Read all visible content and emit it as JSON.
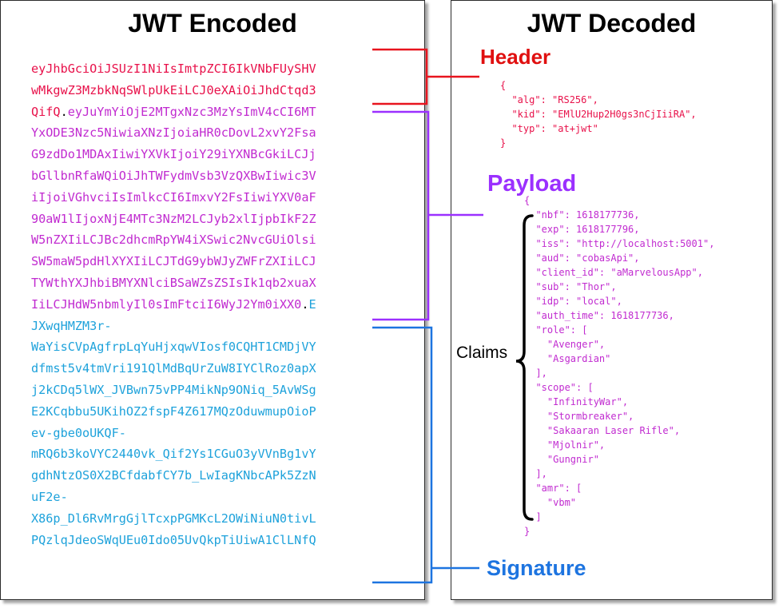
{
  "encoded_title": "JWT Encoded",
  "decoded_title": "JWT Decoded",
  "labels": {
    "header": "Header",
    "payload": "Payload",
    "signature": "Signature",
    "claims": "Claims"
  },
  "colors": {
    "header": "#e8114a",
    "payload": "#c12bd0",
    "signature": "#1ea2db",
    "header_label": "#e01010",
    "payload_label": "#9b30ff",
    "signature_label": "#1d74e0"
  },
  "token_lines": [
    {
      "parts": [
        {
          "text": "eyJhbGciOiJSUzI1NiIsImtpZCI6IkVNbFUySHV",
          "section": "header"
        }
      ]
    },
    {
      "parts": [
        {
          "text": "wMkgwZ3MzbkNqSWlpUkEiLCJ0eXAiOiJhdCtqd3",
          "section": "header"
        }
      ]
    },
    {
      "parts": [
        {
          "text": "QifQ",
          "section": "header"
        },
        {
          "text": ".",
          "section": "dot"
        },
        {
          "text": "eyJuYmYiOjE2MTgxNzc3MzYsImV4cCI6MT",
          "section": "payload"
        }
      ]
    },
    {
      "parts": [
        {
          "text": "YxODE3Nzc5NiwiaXNzIjoiaHR0cDovL2xvY2Fsa",
          "section": "payload"
        }
      ]
    },
    {
      "parts": [
        {
          "text": "G9zdDo1MDAxIiwiYXVkIjoiY29iYXNBcGkiLCJj",
          "section": "payload"
        }
      ]
    },
    {
      "parts": [
        {
          "text": "bGllbnRfaWQiOiJhTWFydmVsb3VzQXBwIiwic3V",
          "section": "payload"
        }
      ]
    },
    {
      "parts": [
        {
          "text": "iIjoiVGhvciIsImlkcCI6ImxvY2FsIiwiYXV0aF",
          "section": "payload"
        }
      ]
    },
    {
      "parts": [
        {
          "text": "90aW1lIjoxNjE4MTc3NzM2LCJyb2xlIjpbIkF2Z",
          "section": "payload"
        }
      ]
    },
    {
      "parts": [
        {
          "text": "W5nZXIiLCJBc2dhcmRpYW4iXSwic2NvcGUiOlsi",
          "section": "payload"
        }
      ]
    },
    {
      "parts": [
        {
          "text": "SW5maW5pdHlXYXIiLCJTdG9ybWJyZWFrZXIiLCJ",
          "section": "payload"
        }
      ]
    },
    {
      "parts": [
        {
          "text": "TYWthYXJhbiBMYXNlciBSaWZsZSIsIk1qb2xuaX",
          "section": "payload"
        }
      ]
    },
    {
      "parts": [
        {
          "text": "IiLCJHdW5nbmlyIl0sImFtciI6WyJ2Ym0iXX0",
          "section": "payload"
        },
        {
          "text": ".",
          "section": "dot"
        },
        {
          "text": "E",
          "section": "signature"
        }
      ]
    },
    {
      "parts": [
        {
          "text": "JXwqHMZM3r-",
          "section": "signature"
        }
      ]
    },
    {
      "parts": [
        {
          "text": "WaYisCVpAgfrpLqYuHjxqwVIosf0CQHT1CMDjVY",
          "section": "signature"
        }
      ]
    },
    {
      "parts": [
        {
          "text": "dfmst5v4tmVri191QlMdBqUrZuW8IYClRoz0apX",
          "section": "signature"
        }
      ]
    },
    {
      "parts": [
        {
          "text": "j2kCDq5lWX_JVBwn75vPP4MikNp9ONiq_5AvWSg",
          "section": "signature"
        }
      ]
    },
    {
      "parts": [
        {
          "text": "E2KCqbbu5UKihOZ2fspF4Z617MQzOduwmupOioP",
          "section": "signature"
        }
      ]
    },
    {
      "parts": [
        {
          "text": "ev-gbe0oUKQF-",
          "section": "signature"
        }
      ]
    },
    {
      "parts": [
        {
          "text": "mRQ6b3koVYC2440vk_Qif2Ys1CGuO3yVVnBg1vY",
          "section": "signature"
        }
      ]
    },
    {
      "parts": [
        {
          "text": "gdhNtzOS0X2BCfdabfCY7b_LwIagKNbcAPk5ZzN",
          "section": "signature"
        }
      ]
    },
    {
      "parts": [
        {
          "text": "uF2e-",
          "section": "signature"
        }
      ]
    },
    {
      "parts": [
        {
          "text": "X86p_Dl6RvMrgGjlTcxpPGMKcL2OWiNiuN0tivL",
          "section": "signature"
        }
      ]
    },
    {
      "parts": [
        {
          "text": "PQzlqJdeoSWqUEu0Ido05UvQkpTiUiwA1ClLNfQ",
          "section": "signature"
        }
      ]
    }
  ],
  "header_json": [
    "{",
    "  \"alg\": \"RS256\",",
    "  \"kid\": \"EMlU2Hup2H0gs3nCjIiiRA\",",
    "  \"typ\": \"at+jwt\"",
    "}"
  ],
  "payload_json": [
    "{",
    "  \"nbf\": 1618177736,",
    "  \"exp\": 1618177796,",
    "  \"iss\": \"http://localhost:5001\",",
    "  \"aud\": \"cobasApi\",",
    "  \"client_id\": \"aMarvelousApp\",",
    "  \"sub\": \"Thor\",",
    "  \"idp\": \"local\",",
    "  \"auth_time\": 1618177736,",
    "  \"role\": [",
    "    \"Avenger\",",
    "    \"Asgardian\"",
    "  ],",
    "  \"scope\": [",
    "    \"InfinityWar\",",
    "    \"Stormbreaker\",",
    "    \"Sakaaran Laser Rifle\",",
    "    \"Mjolnir\",",
    "    \"Gungnir\"",
    "  ],",
    "  \"amr\": [",
    "    \"vbm\"",
    "  ]",
    "}"
  ]
}
